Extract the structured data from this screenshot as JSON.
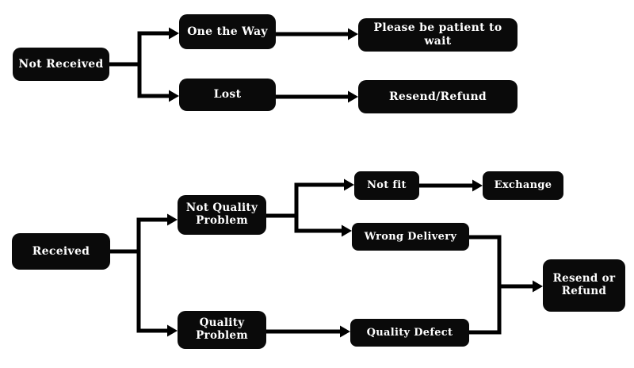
{
  "diagram": {
    "type": "flowchart",
    "background_color": "#ffffff",
    "node_fill_color": "#0a0a0a",
    "node_text_color": "#ffffff",
    "connector_color": "#000000",
    "nodes": {
      "not_received": {
        "label": "Not Received"
      },
      "one_the_way": {
        "label": "One the Way"
      },
      "lost": {
        "label": "Lost"
      },
      "please_wait": {
        "label": "Please be patient to wait"
      },
      "resend_refund": {
        "label": "Resend/Refund"
      },
      "received": {
        "label": "Received"
      },
      "not_quality_problem": {
        "label": "Not Quality Problem"
      },
      "quality_problem": {
        "label": "Quality Problem"
      },
      "not_fit": {
        "label": "Not fit"
      },
      "exchange": {
        "label": "Exchange"
      },
      "wrong_delivery": {
        "label": "Wrong Delivery"
      },
      "quality_defect": {
        "label": "Quality Defect"
      },
      "resend_or_refund": {
        "label": "Resend or Refund"
      }
    },
    "edges": [
      {
        "from": "not_received",
        "to": "one_the_way"
      },
      {
        "from": "not_received",
        "to": "lost"
      },
      {
        "from": "one_the_way",
        "to": "please_wait"
      },
      {
        "from": "lost",
        "to": "resend_refund"
      },
      {
        "from": "received",
        "to": "not_quality_problem"
      },
      {
        "from": "received",
        "to": "quality_problem"
      },
      {
        "from": "not_quality_problem",
        "to": "not_fit"
      },
      {
        "from": "not_quality_problem",
        "to": "wrong_delivery"
      },
      {
        "from": "not_fit",
        "to": "exchange"
      },
      {
        "from": "wrong_delivery",
        "to": "resend_or_refund"
      },
      {
        "from": "quality_problem",
        "to": "quality_defect"
      },
      {
        "from": "quality_defect",
        "to": "resend_or_refund"
      }
    ]
  }
}
